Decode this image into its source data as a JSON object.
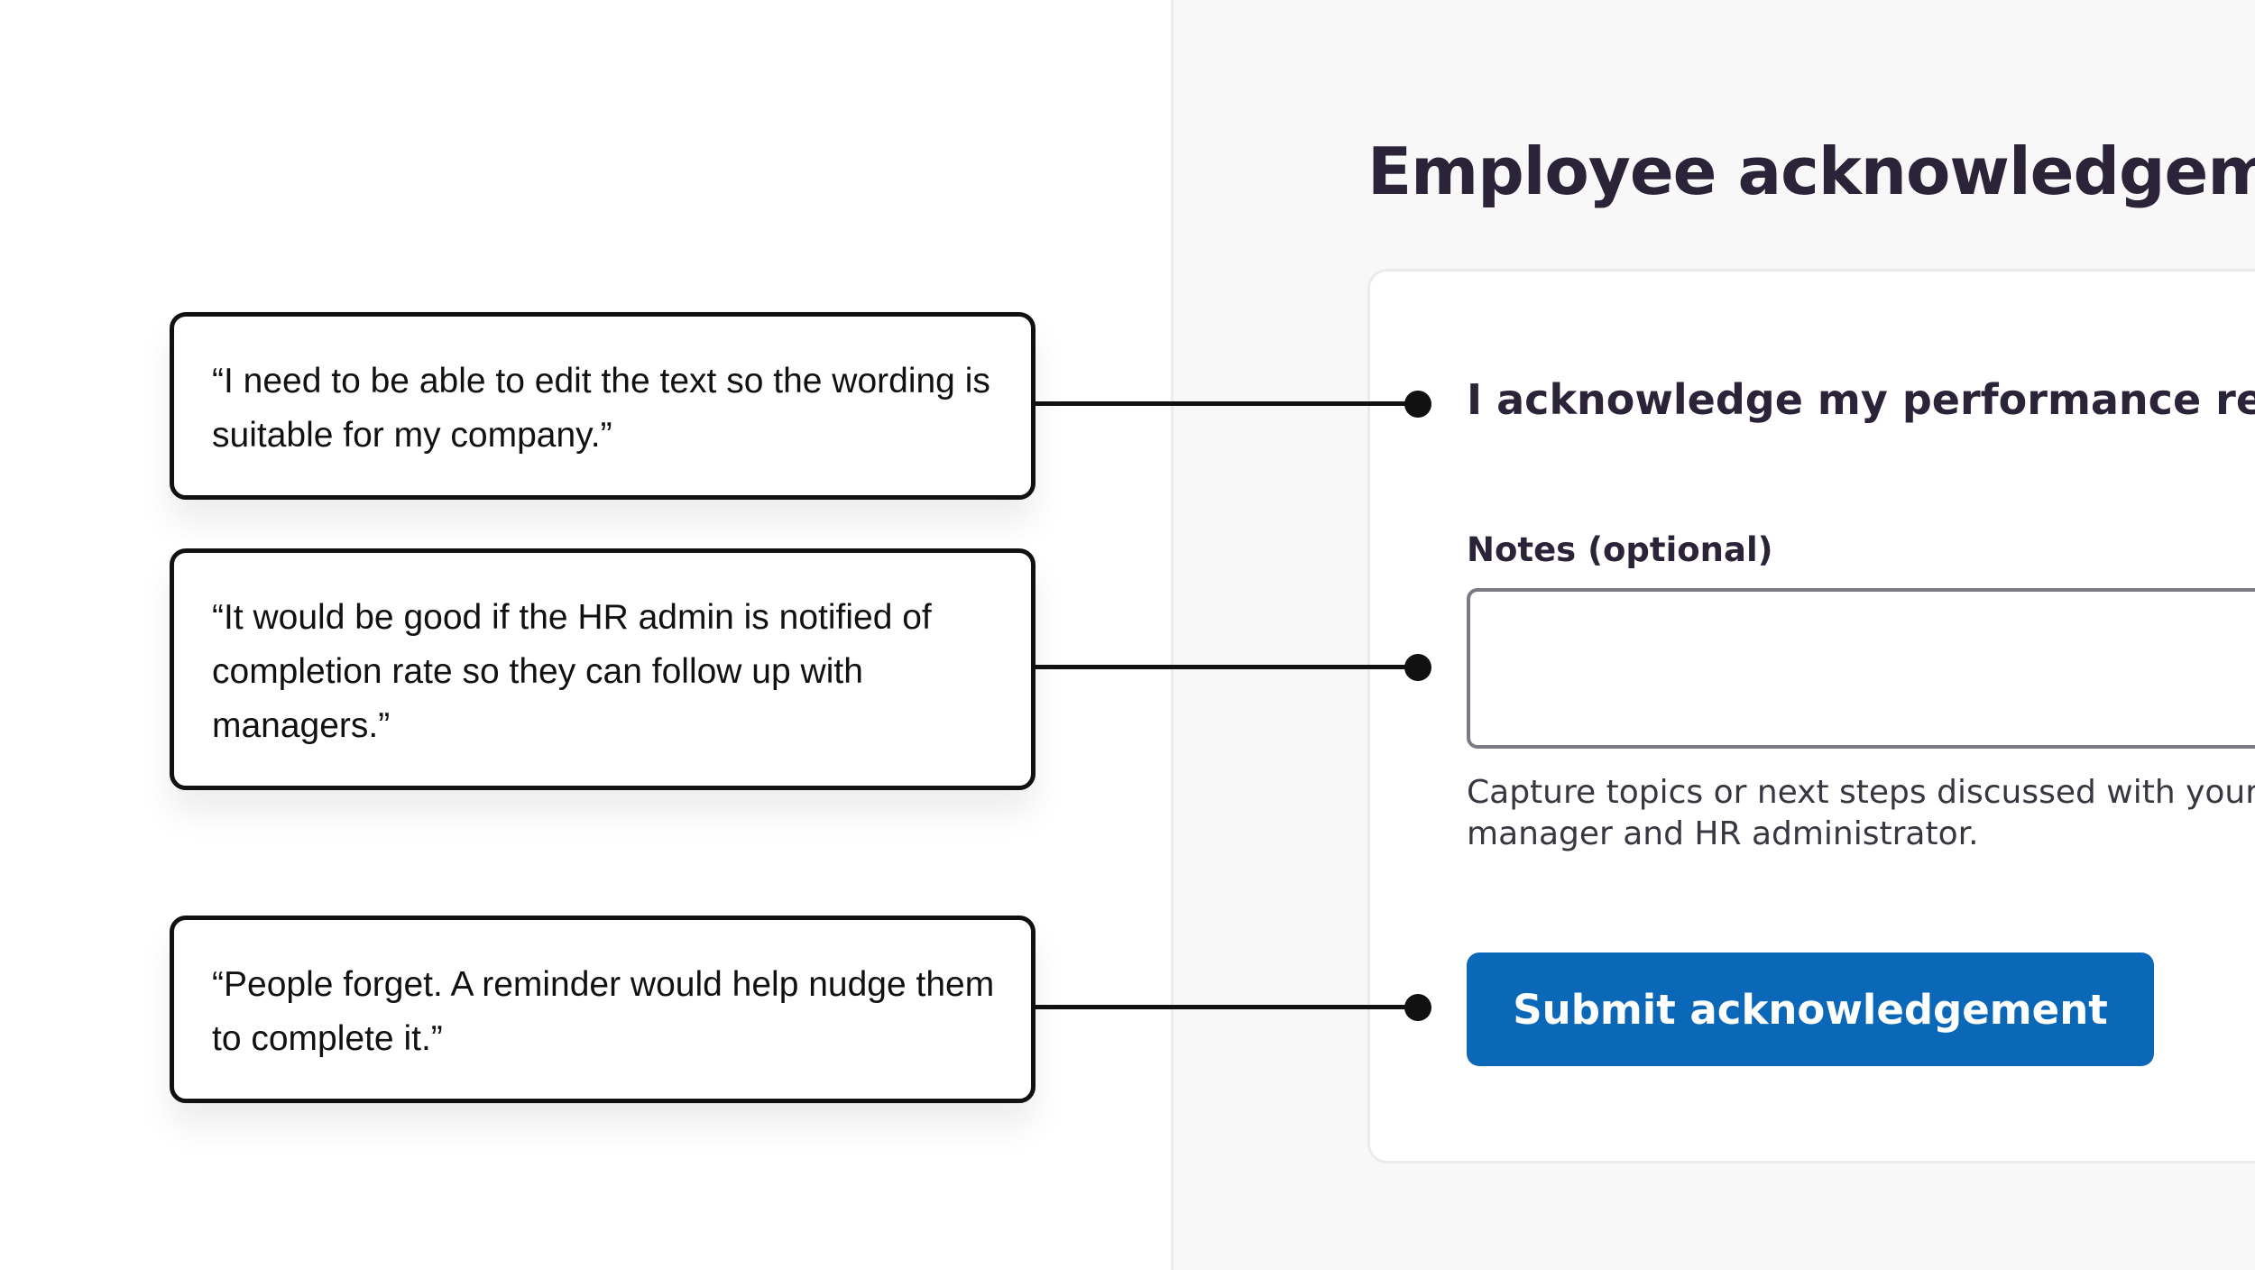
{
  "app": {
    "title": "Employee acknowledgement",
    "acknowledgement_statement": "I acknowledge my performance review",
    "notes": {
      "label": "Notes (optional)",
      "value": "",
      "placeholder": "",
      "hint": "Capture topics or next steps discussed with your manager and HR administrator."
    },
    "submit_label": "Submit acknowledgement"
  },
  "quotes": [
    {
      "text": "“I need to be able to edit the text so the wording is suitable for my company.”"
    },
    {
      "text": "“It would be good if the HR admin is notified of completion rate so they can follow up with managers.”"
    },
    {
      "text": "“People forget. A reminder would help nudge them to complete it.”"
    }
  ],
  "colors": {
    "primary_button": "#0b67b8",
    "heading_text": "#2b2338",
    "panel_background": "#f8f8f8",
    "callout_border": "#111111"
  }
}
